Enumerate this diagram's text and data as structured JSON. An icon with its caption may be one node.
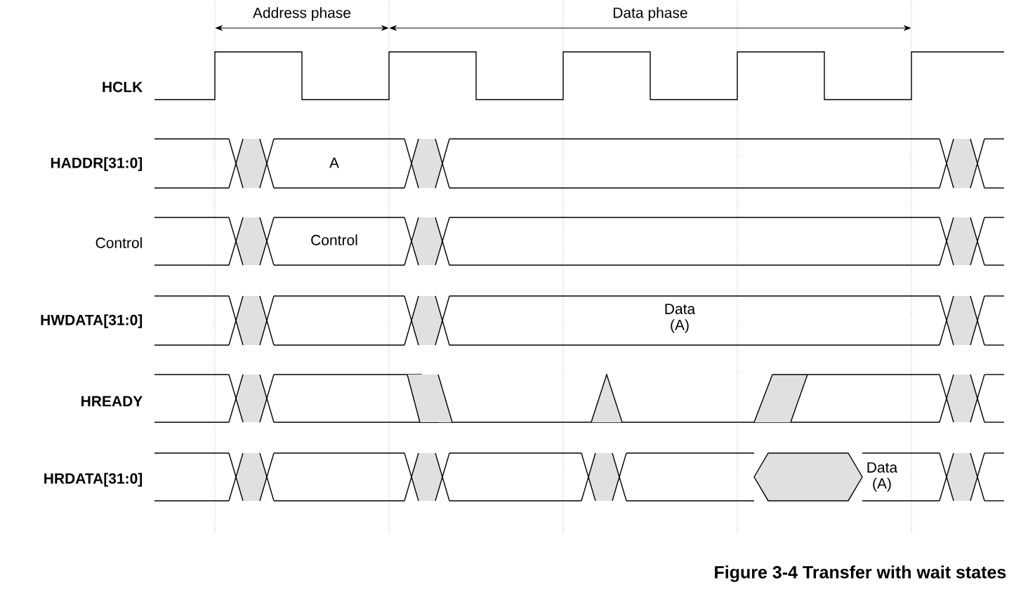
{
  "diagram": {
    "caption": "Figure 3-4 Transfer with wait states",
    "labels": [
      "Address phase",
      "Data phase",
      "HCLK",
      "HADDR[31:0]",
      "A",
      "Control",
      "Control",
      "HWDATA[31:0]",
      "Data (A)",
      "HREADY",
      "HRDATA[31:0]",
      "Data (A)"
    ]
  }
}
